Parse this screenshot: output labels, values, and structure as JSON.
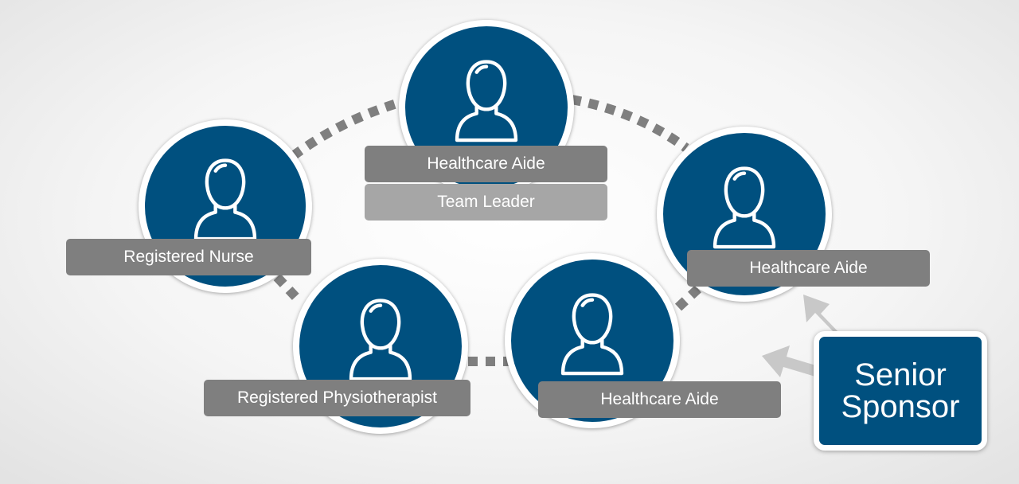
{
  "members": [
    {
      "id": "team-leader",
      "role": "Healthcare Aide",
      "subtitle": "Team Leader"
    },
    {
      "id": "registered-nurse",
      "role": "Registered Nurse"
    },
    {
      "id": "healthcare-aide-right",
      "role": "Healthcare Aide"
    },
    {
      "id": "registered-physiotherapist",
      "role": "Registered Physiotherapist"
    },
    {
      "id": "healthcare-aide-bottom",
      "role": "Healthcare Aide"
    }
  ],
  "sponsor": {
    "line1": "Senior",
    "line2": "Sponsor"
  },
  "icons": {
    "member": "person-icon",
    "arrow": "arrow-icon"
  },
  "colors": {
    "circle": "#00507f",
    "label": "#7f7f7f",
    "subtitle_label": "#a6a6a6",
    "connector": "#7f7f7f",
    "arrow": "#c8c8c8"
  }
}
